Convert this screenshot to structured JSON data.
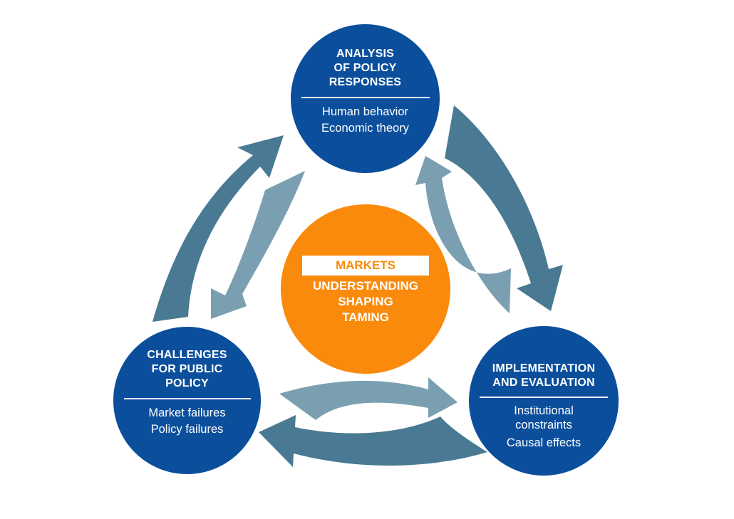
{
  "colors": {
    "node_blue": "#0b4f9c",
    "center_orange": "#f98a0c",
    "arrow_dark": "#4a7a93",
    "arrow_light": "#7a9fb1",
    "background": "#ffffff"
  },
  "nodes": {
    "top": {
      "title_lines": [
        "ANALYSIS",
        "OF POLICY",
        "RESPONSES"
      ],
      "items": [
        "Human behavior",
        "Economic theory"
      ]
    },
    "left": {
      "title_lines": [
        "CHALLENGES",
        "FOR PUBLIC",
        "POLICY"
      ],
      "items": [
        "Market failures",
        "Policy failures"
      ]
    },
    "right": {
      "title_lines": [
        "IMPLEMENTATION",
        "AND EVALUATION"
      ],
      "items": [
        "Institutional",
        "constraints",
        "Causal effects"
      ]
    },
    "center": {
      "label": "MARKETS",
      "lines": [
        "UNDERSTANDING",
        "SHAPING",
        "TAMING"
      ]
    }
  },
  "arrows": [
    {
      "from": "left",
      "to": "top",
      "shade": "dark"
    },
    {
      "from": "top",
      "to": "left",
      "shade": "light"
    },
    {
      "from": "top",
      "to": "right",
      "shade": "dark"
    },
    {
      "from": "right",
      "to": "top",
      "shade": "light"
    },
    {
      "from": "left",
      "to": "right",
      "shade": "light"
    },
    {
      "from": "right",
      "to": "left",
      "shade": "dark"
    }
  ]
}
